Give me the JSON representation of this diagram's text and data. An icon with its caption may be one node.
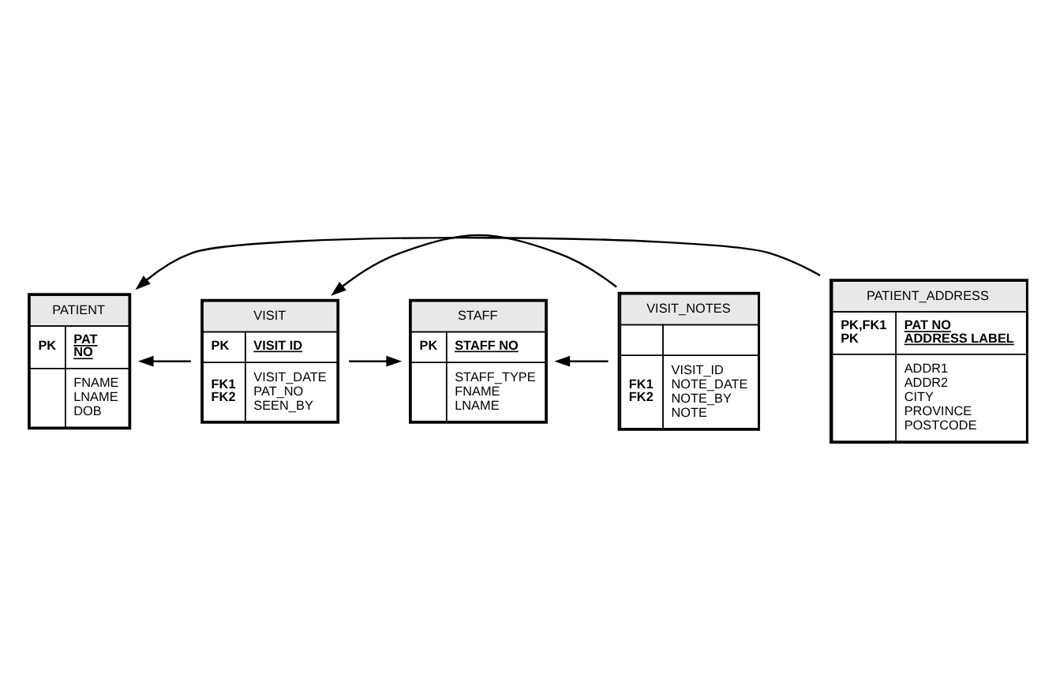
{
  "diagram": {
    "nodes": [
      {
        "text": [
          "PATIENT",
          "PK",
          "PAT NO",
          "FNAME LNAME DOB"
        ]
      },
      {
        "text": [
          "VISIT",
          "PK",
          "VISIT ID",
          "FK1 FK2",
          "VISIT_DATE PAT_NO SEEN_BY"
        ]
      },
      {
        "text": [
          "VISIT_NOTES",
          "FK1 FK2",
          "VISIT_ID NOTE_DATE NOTE_BY NOTE"
        ]
      },
      {
        "text": [
          "PATIENT_ADDRESS",
          "PK,FK1 PK",
          "PAT NO ADDRESS LABEL",
          "ADDR1 ADDR2 CITY PROVINCE POSTCODE"
        ]
      },
      {
        "text": [
          "STAFF",
          "PK",
          "STAFF NO",
          "STAFF_TYPE FNAME LNAME"
        ]
      }
    ],
    "edges": [
      {
        "from": 1,
        "to": 0,
        "arrow": "to"
      },
      {
        "from": 3,
        "to": 0,
        "arrow": "to"
      },
      {
        "from": 2,
        "to": 1,
        "arrow": "to"
      },
      {
        "from": 1,
        "to": 4,
        "arrow": "to"
      },
      {
        "from": 2,
        "to": 4,
        "arrow": "to"
      }
    ]
  }
}
